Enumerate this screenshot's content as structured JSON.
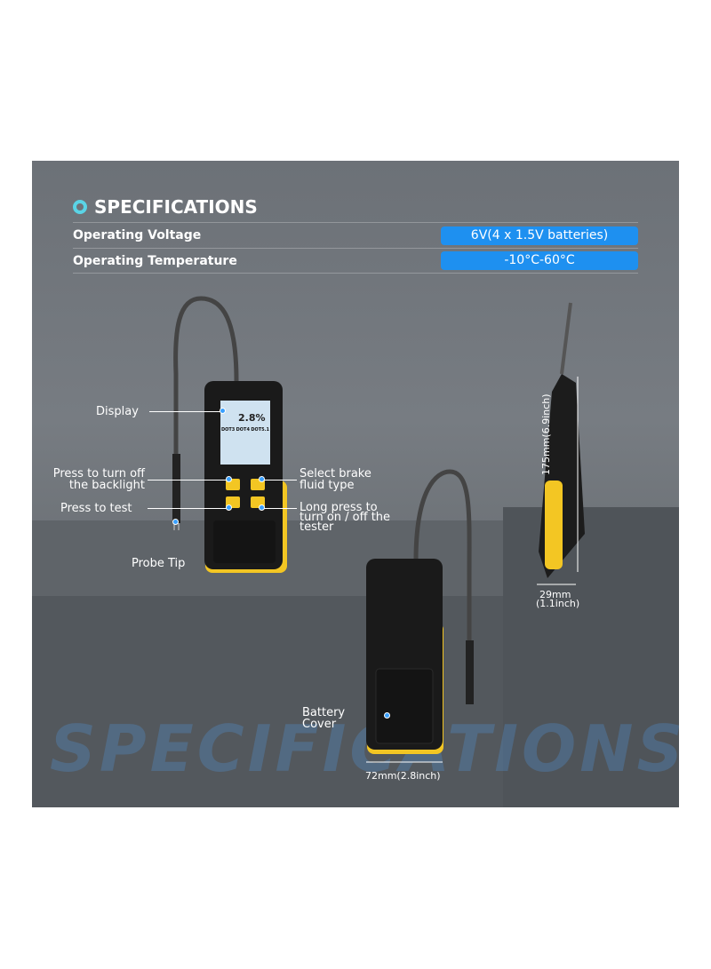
{
  "specs": {
    "title": "SPECIFICATIONS",
    "rows": [
      {
        "label": "Operating Voltage",
        "value": "6V(4 x 1.5V batteries)"
      },
      {
        "label": "Operating Temperature",
        "value": "-10°C-60°C"
      }
    ],
    "accent": "#1e90f0",
    "icon": "ring-bullet-icon"
  },
  "front": {
    "screen": {
      "reading": "2.8%",
      "modes": [
        "DOT3",
        "DOT4",
        "DOT5.1"
      ]
    },
    "callouts": {
      "display": "Display",
      "backlight": "Press to turn off the backlight",
      "test": "Press to test",
      "probe": "Probe Tip",
      "fluid": "Select brake fluid type",
      "power": "Long press to turn on / off the tester"
    }
  },
  "side": {
    "height": "175mm(6.9inch)",
    "depth_mm": "29mm",
    "depth_in": "(1.1inch)"
  },
  "back": {
    "battery": "Battery Cover",
    "width": "72mm(2.8inch)"
  },
  "watermark": "SPECIFICATIONS"
}
